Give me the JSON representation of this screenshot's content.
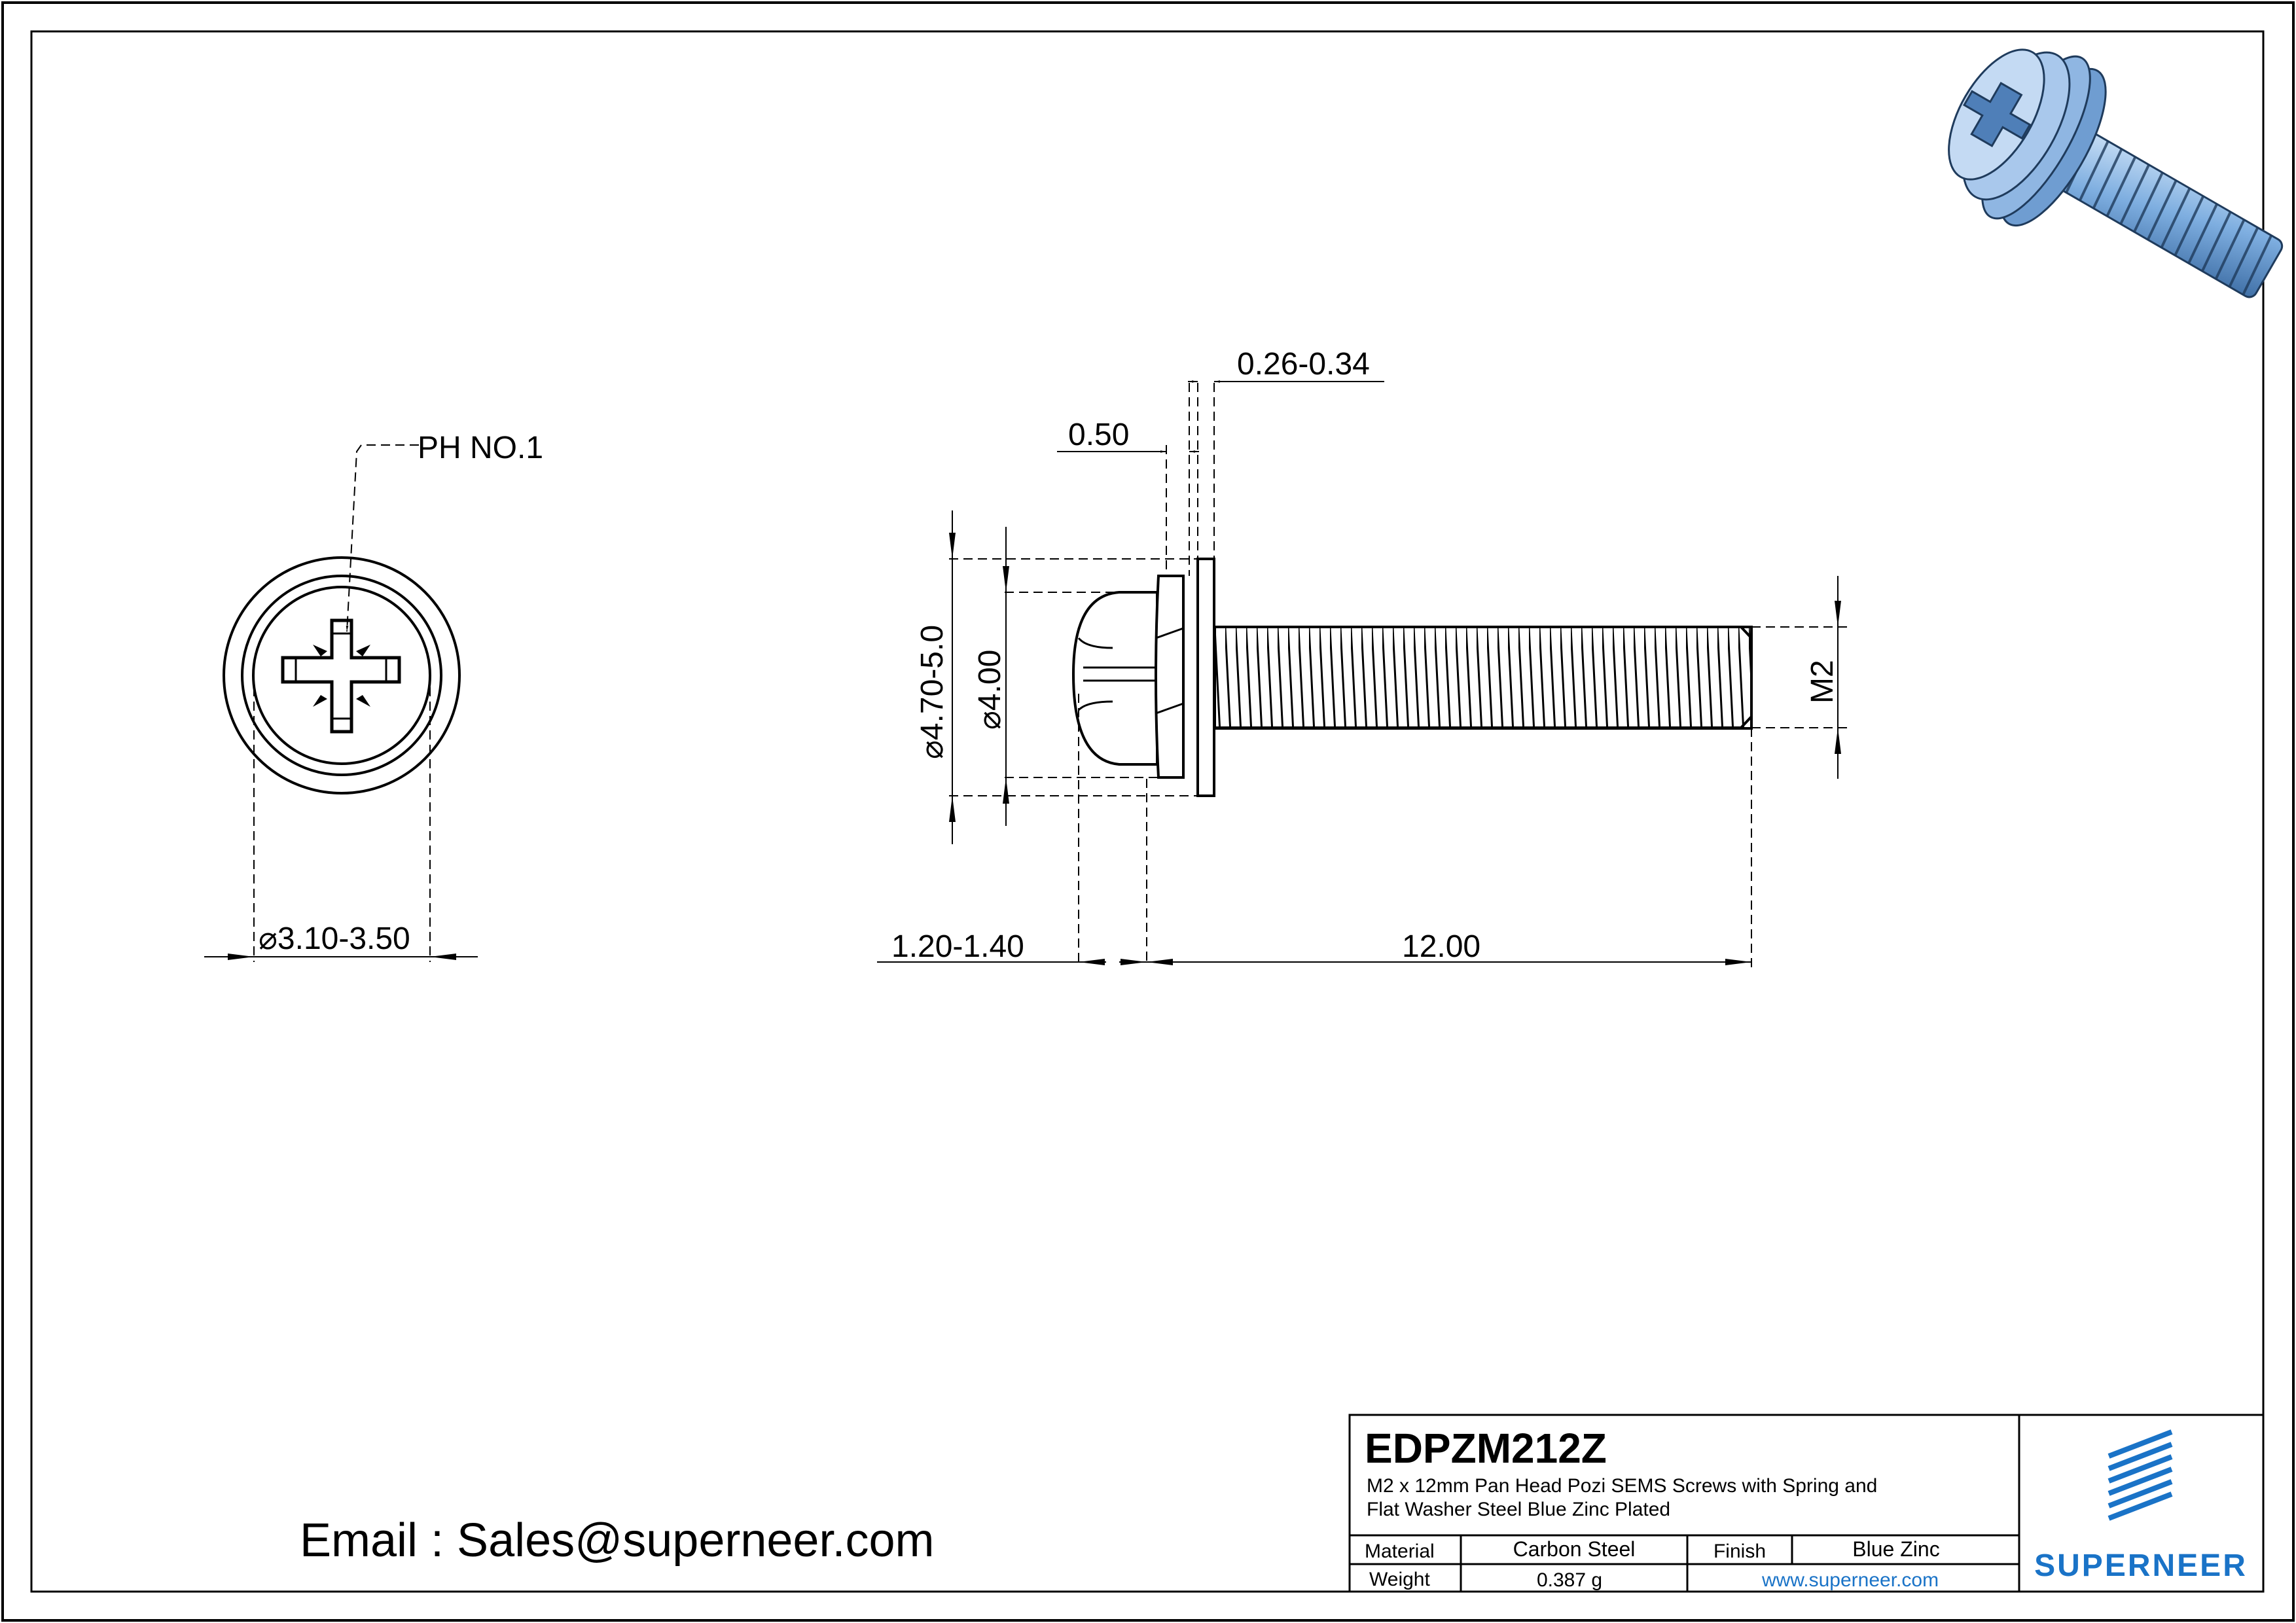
{
  "drawing": {
    "dimensions": {
      "drive": "PH NO.1",
      "dia_recess": "3.10-3.50",
      "dia_washer": "4.70-5.0",
      "dia_head": "4.00",
      "flat_washer_thickness": "0.26-0.34",
      "spring_washer_thickness": "0.50",
      "head_height": "1.20-1.40",
      "length": "12.00",
      "thread": "M2"
    },
    "diameter_symbol": "⌀"
  },
  "contact": {
    "email": "Email : Sales@superneer.com"
  },
  "title_block": {
    "part_number": "EDPZM212Z",
    "description_line1": "M2 x 12mm Pan Head Pozi SEMS Screws with Spring and",
    "description_line2": "Flat Washer Steel Blue Zinc Plated",
    "material_label": "Material",
    "material_value": "Carbon Steel",
    "finish_label": "Finish",
    "finish_value": "Blue Zinc",
    "weight_label": "Weight",
    "weight_value": "0.387 g",
    "website": "www.superneer.com",
    "brand": "SUPERNEER",
    "brand_color": "#1a73c7"
  }
}
